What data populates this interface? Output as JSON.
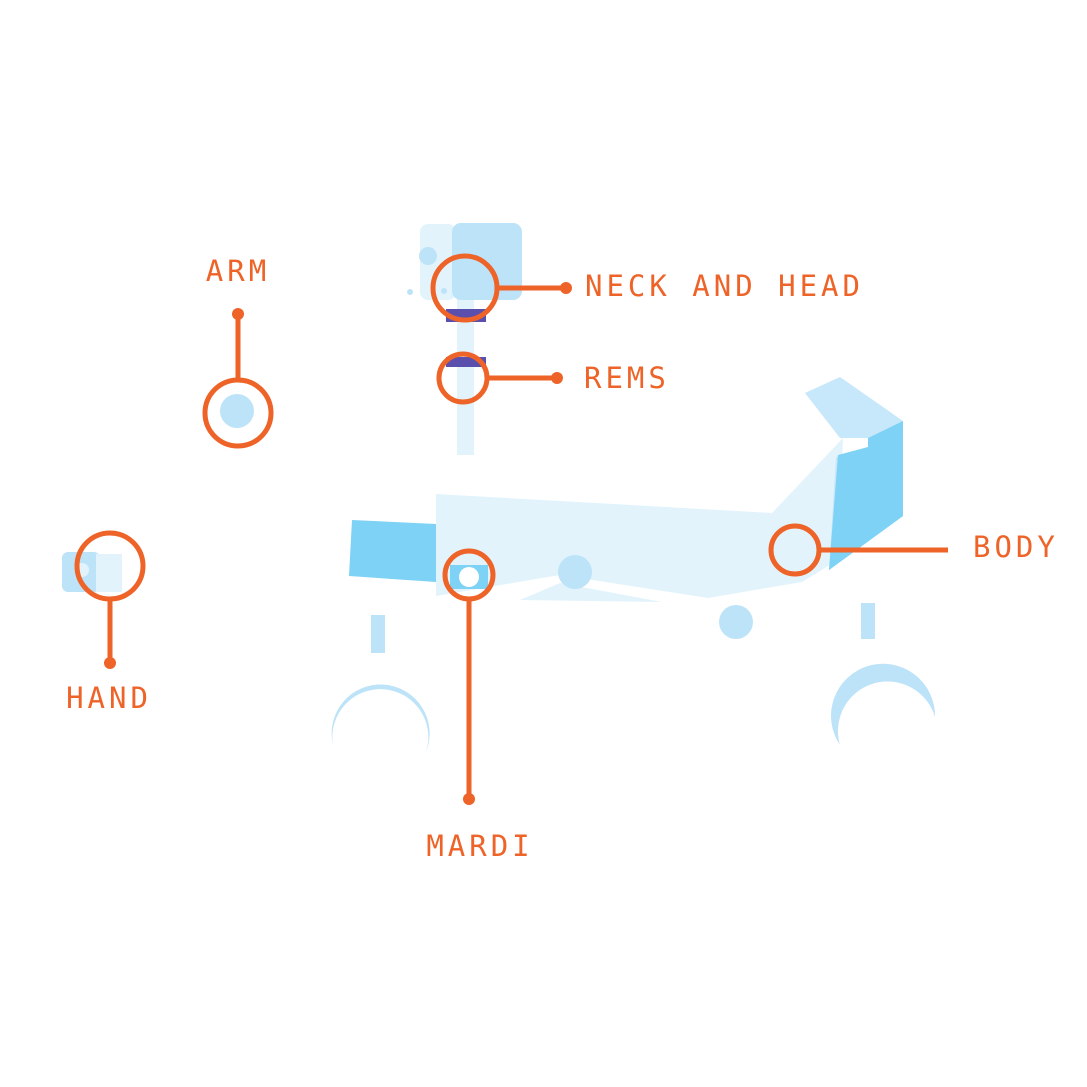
{
  "diagram": {
    "labels": {
      "arm": "ARM",
      "neck_and_head": "NECK AND HEAD",
      "rems": "REMS",
      "hand": "HAND",
      "body": "BODY",
      "mardi": "MARDI"
    }
  },
  "colors": {
    "callout": "#ee6328",
    "body_pale": "#e2f3fc",
    "body_mid": "#c7e7fa",
    "body_bright": "#7dd2f5",
    "wheel": "#bde3f8",
    "sensor_band": "#5b4fae",
    "background": "#ffffff"
  }
}
